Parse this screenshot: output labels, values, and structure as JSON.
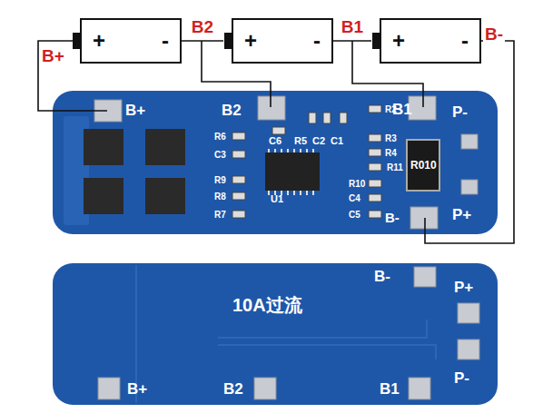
{
  "diagram": {
    "nodes": [
      {
        "text": [
          "+",
          "-"
        ]
      },
      {
        "text": [
          "+",
          "-"
        ]
      },
      {
        "text": [
          "+",
          "-"
        ]
      }
    ],
    "edges": [
      {
        "from": 0,
        "to": 1,
        "arrow": "none",
        "label": "B2"
      },
      {
        "from": 1,
        "to": 2,
        "arrow": "none",
        "label": "B1"
      }
    ],
    "labels": [
      "B+",
      "B-",
      "B+",
      "B2",
      "B1",
      "P-",
      "P+",
      "B-",
      "C6",
      "U1",
      "R5",
      "C2",
      "C1",
      "R2",
      "R3",
      "R4",
      "R11",
      "R10",
      "C4",
      "C5",
      "R6",
      "C3",
      "R9",
      "R8",
      "R7",
      "R010",
      "B-",
      "P+",
      "10A过流",
      "P-",
      "B+",
      "B2",
      "B1"
    ]
  }
}
